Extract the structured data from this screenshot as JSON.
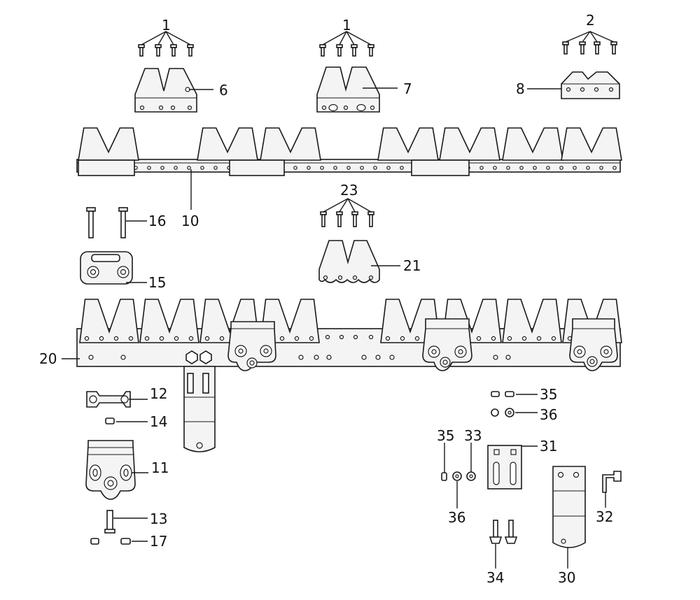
{
  "callouts": {
    "c1a": "1",
    "c1b": "1",
    "c2": "2",
    "c6": "6",
    "c7": "7",
    "c8": "8",
    "c10": "10",
    "c16": "16",
    "c15": "15",
    "c23": "23",
    "c21": "21",
    "c20": "20",
    "c12": "12",
    "c14": "14",
    "c11": "11",
    "c13": "13",
    "c17": "17",
    "c35a": "35",
    "c36a": "36",
    "c35b": "35",
    "c33": "33",
    "c31": "31",
    "c36b": "36",
    "c34": "34",
    "c30": "30",
    "c32": "32"
  }
}
